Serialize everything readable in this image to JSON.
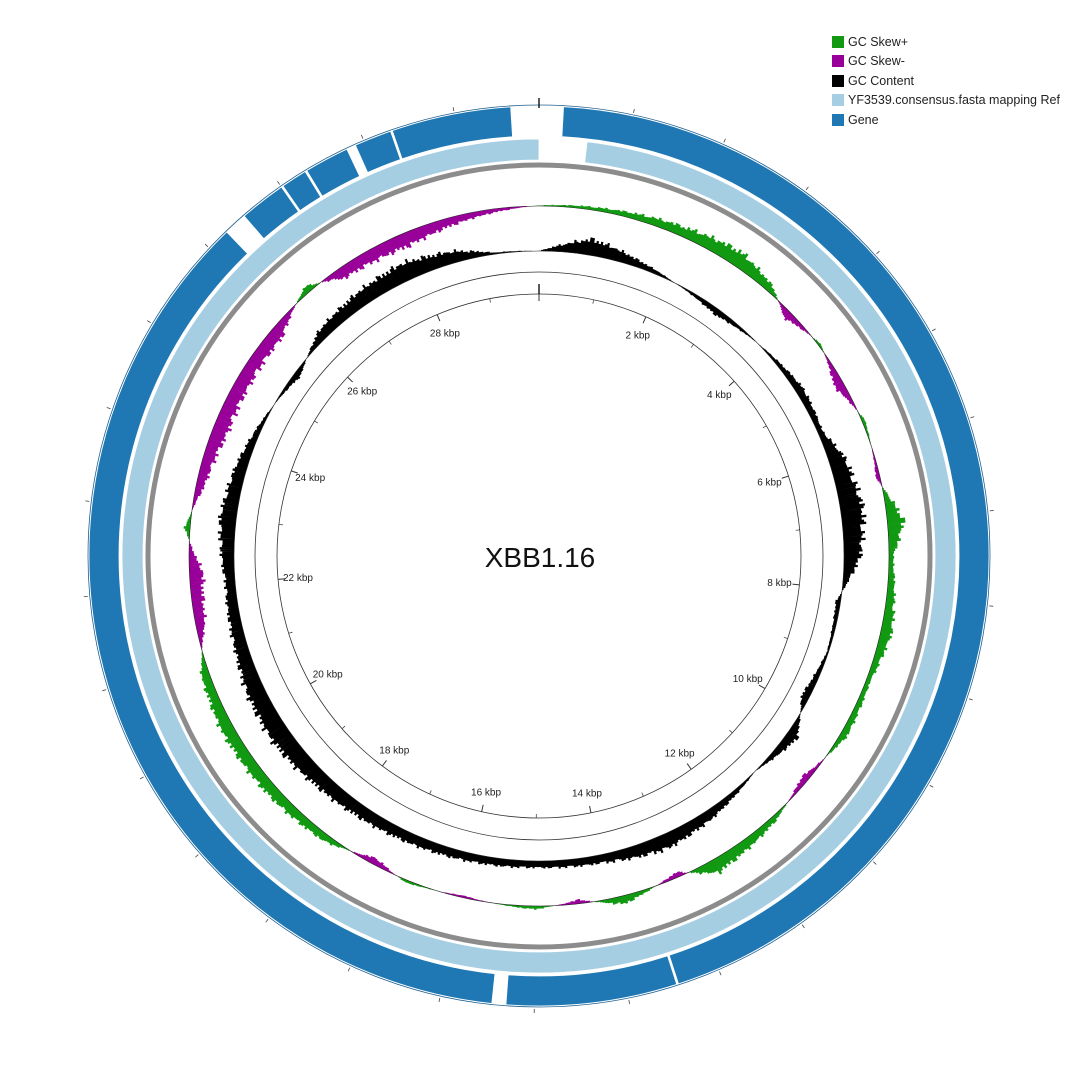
{
  "title": "XBB1.16",
  "legend": [
    {
      "key": "gc_skew_pos",
      "label": "GC Skew+",
      "color": "#119911"
    },
    {
      "key": "gc_skew_neg",
      "label": "GC Skew-",
      "color": "#990099"
    },
    {
      "key": "gc_content",
      "label": "GC Content",
      "color": "#000000"
    },
    {
      "key": "mapping",
      "label": "YF3539.consensus.fasta mapping Ref",
      "color": "#a6cee3"
    },
    {
      "key": "gene",
      "label": "Gene",
      "color": "#1f78b4"
    }
  ],
  "genome": {
    "length_kbp": 29.9,
    "ticks": [
      {
        "kbp": 2,
        "label": "2 kbp"
      },
      {
        "kbp": 4,
        "label": "4 kbp"
      },
      {
        "kbp": 6,
        "label": "6 kbp"
      },
      {
        "kbp": 8,
        "label": "8 kbp"
      },
      {
        "kbp": 10,
        "label": "10 kbp"
      },
      {
        "kbp": 12,
        "label": "12 kbp"
      },
      {
        "kbp": 14,
        "label": "14 kbp"
      },
      {
        "kbp": 16,
        "label": "16 kbp"
      },
      {
        "kbp": 18,
        "label": "18 kbp"
      },
      {
        "kbp": 20,
        "label": "20 kbp"
      },
      {
        "kbp": 22,
        "label": "22 kbp"
      },
      {
        "kbp": 24,
        "label": "24 kbp"
      },
      {
        "kbp": 26,
        "label": "26 kbp"
      },
      {
        "kbp": 28,
        "label": "28 kbp"
      }
    ]
  },
  "gene_segments_kbp": [
    [
      0.26,
      13.45
    ],
    [
      13.47,
      15.3
    ],
    [
      15.45,
      26.25
    ],
    [
      26.5,
      27.0
    ],
    [
      27.02,
      27.3
    ],
    [
      27.32,
      27.8
    ],
    [
      27.9,
      28.3
    ],
    [
      28.32,
      29.6
    ]
  ],
  "mapping_segments_kbp": [
    [
      0.55,
      29.9
    ]
  ],
  "gc_skew_profile": [
    [
      0.0,
      0.02
    ],
    [
      1.0,
      0.15
    ],
    [
      2.0,
      0.35
    ],
    [
      2.8,
      0.55
    ],
    [
      3.4,
      0.25
    ],
    [
      3.8,
      -0.3
    ],
    [
      4.4,
      0.1
    ],
    [
      5.0,
      -0.35
    ],
    [
      5.6,
      0.12
    ],
    [
      6.4,
      -0.15
    ],
    [
      7.0,
      0.6
    ],
    [
      7.5,
      0.15
    ],
    [
      8.5,
      0.4
    ],
    [
      9.2,
      0.15
    ],
    [
      10.0,
      0.25
    ],
    [
      10.8,
      -0.25
    ],
    [
      11.5,
      0.2
    ],
    [
      12.5,
      0.5
    ],
    [
      13.0,
      -0.2
    ],
    [
      13.8,
      0.3
    ],
    [
      14.4,
      -0.15
    ],
    [
      15.0,
      0.12
    ],
    [
      16.0,
      -0.08
    ],
    [
      16.8,
      0.1
    ],
    [
      17.3,
      -0.25
    ],
    [
      18.0,
      0.25
    ],
    [
      19.0,
      0.4
    ],
    [
      20.0,
      0.45
    ],
    [
      20.8,
      0.3
    ],
    [
      21.5,
      -0.35
    ],
    [
      22.2,
      -0.5
    ],
    [
      22.8,
      0.2
    ],
    [
      23.4,
      -0.3
    ],
    [
      24.2,
      -0.55
    ],
    [
      25.0,
      -0.5
    ],
    [
      25.8,
      -0.45
    ],
    [
      26.5,
      0.25
    ],
    [
      27.0,
      -0.4
    ],
    [
      28.0,
      -0.5
    ],
    [
      29.0,
      -0.2
    ],
    [
      29.9,
      0.02
    ]
  ],
  "gc_content_profile": [
    [
      0.0,
      0.0
    ],
    [
      0.8,
      0.5
    ],
    [
      1.6,
      0.2
    ],
    [
      2.2,
      0.0
    ],
    [
      3.0,
      -0.2
    ],
    [
      4.0,
      0.05
    ],
    [
      4.8,
      0.25
    ],
    [
      5.5,
      0.15
    ],
    [
      6.0,
      0.5
    ],
    [
      6.8,
      0.7
    ],
    [
      7.5,
      0.5
    ],
    [
      8.2,
      -0.15
    ],
    [
      9.0,
      -0.05
    ],
    [
      9.8,
      -0.25
    ],
    [
      10.4,
      0.35
    ],
    [
      11.2,
      0.0
    ],
    [
      12.2,
      0.3
    ],
    [
      13.0,
      0.45
    ],
    [
      14.0,
      0.25
    ],
    [
      15.0,
      0.2
    ],
    [
      16.0,
      0.25
    ],
    [
      16.8,
      0.3
    ],
    [
      17.5,
      0.35
    ],
    [
      18.5,
      0.45
    ],
    [
      19.5,
      0.6
    ],
    [
      20.3,
      0.55
    ],
    [
      21.0,
      0.4
    ],
    [
      22.0,
      0.3
    ],
    [
      23.0,
      0.5
    ],
    [
      23.8,
      0.35
    ],
    [
      24.6,
      0.1
    ],
    [
      25.5,
      -0.2
    ],
    [
      26.2,
      0.3
    ],
    [
      27.0,
      0.45
    ],
    [
      27.8,
      0.55
    ],
    [
      28.6,
      0.35
    ],
    [
      29.2,
      0.05
    ],
    [
      29.9,
      0.0
    ]
  ]
}
